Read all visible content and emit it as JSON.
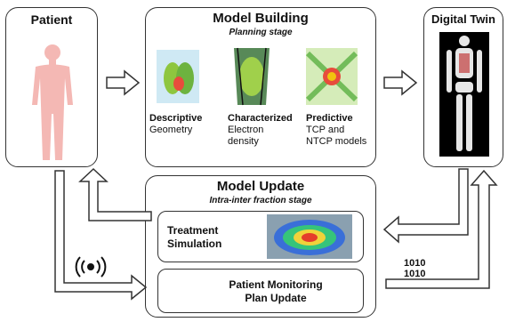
{
  "patient": {
    "title": "Patient"
  },
  "model_building": {
    "title": "Model Building",
    "subtitle": "Planning stage",
    "items": [
      {
        "heading": "Descriptive",
        "text": "Geometry"
      },
      {
        "heading": "Characterized",
        "text": "Electron density"
      },
      {
        "heading": "Predictive",
        "text": "TCP and NTCP models"
      }
    ]
  },
  "digital_twin": {
    "title": "Digital Twin"
  },
  "model_update": {
    "title": "Model Update",
    "subtitle": "Intra-inter fraction stage",
    "treatment": "Treatment Simulation",
    "monitoring": "Patient Monitoring Plan Update"
  },
  "binary": {
    "line1": "1010",
    "line2": "1010"
  },
  "colors": {
    "patient_skin": "#f4b8b4",
    "border": "#333333"
  }
}
